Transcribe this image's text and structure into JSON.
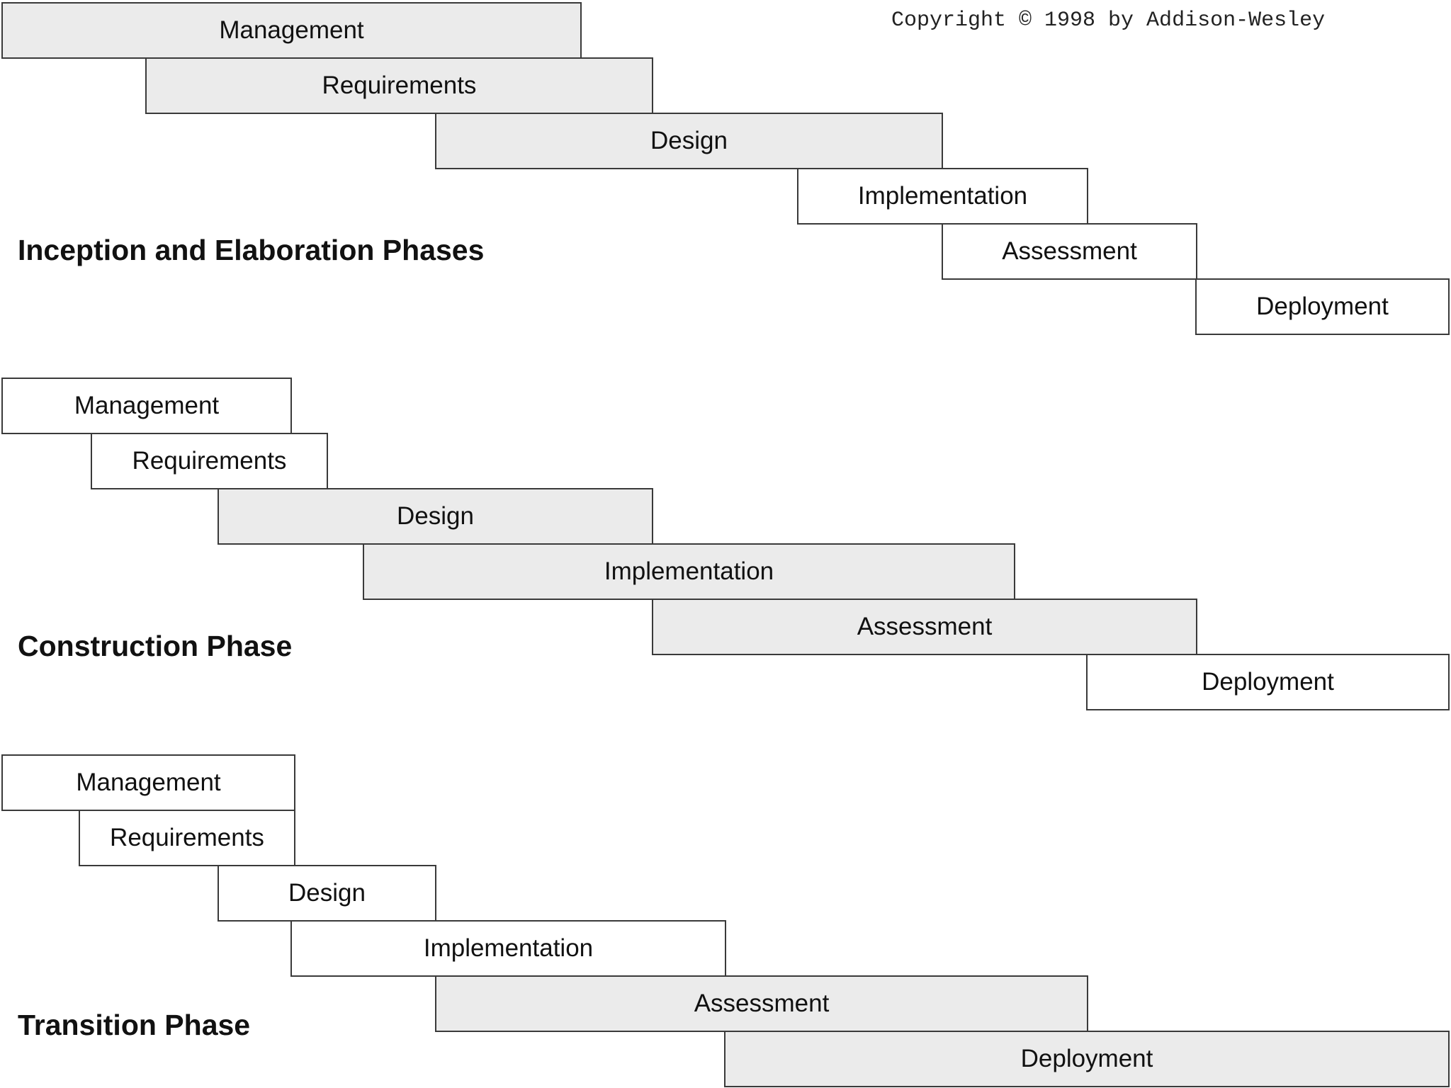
{
  "copyright": "Copyright © 1998 by Addison-Wesley",
  "colors": {
    "shaded_fill": "#ebebeb",
    "plain_fill": "#ffffff",
    "border": "#3a3a3a"
  },
  "phases": [
    {
      "title": "Inception and Elaboration Phases",
      "activities": [
        {
          "label": "Management",
          "shaded": true
        },
        {
          "label": "Requirements",
          "shaded": true
        },
        {
          "label": "Design",
          "shaded": true
        },
        {
          "label": "Implementation",
          "shaded": false
        },
        {
          "label": "Assessment",
          "shaded": false
        },
        {
          "label": "Deployment",
          "shaded": false
        }
      ]
    },
    {
      "title": "Construction Phase",
      "activities": [
        {
          "label": "Management",
          "shaded": false
        },
        {
          "label": "Requirements",
          "shaded": false
        },
        {
          "label": "Design",
          "shaded": true
        },
        {
          "label": "Implementation",
          "shaded": true
        },
        {
          "label": "Assessment",
          "shaded": true
        },
        {
          "label": "Deployment",
          "shaded": false
        }
      ]
    },
    {
      "title": "Transition Phase",
      "activities": [
        {
          "label": "Management",
          "shaded": false
        },
        {
          "label": "Requirements",
          "shaded": false
        },
        {
          "label": "Design",
          "shaded": false
        },
        {
          "label": "Implementation",
          "shaded": false
        },
        {
          "label": "Assessment",
          "shaded": true
        },
        {
          "label": "Deployment",
          "shaded": true
        }
      ]
    }
  ]
}
